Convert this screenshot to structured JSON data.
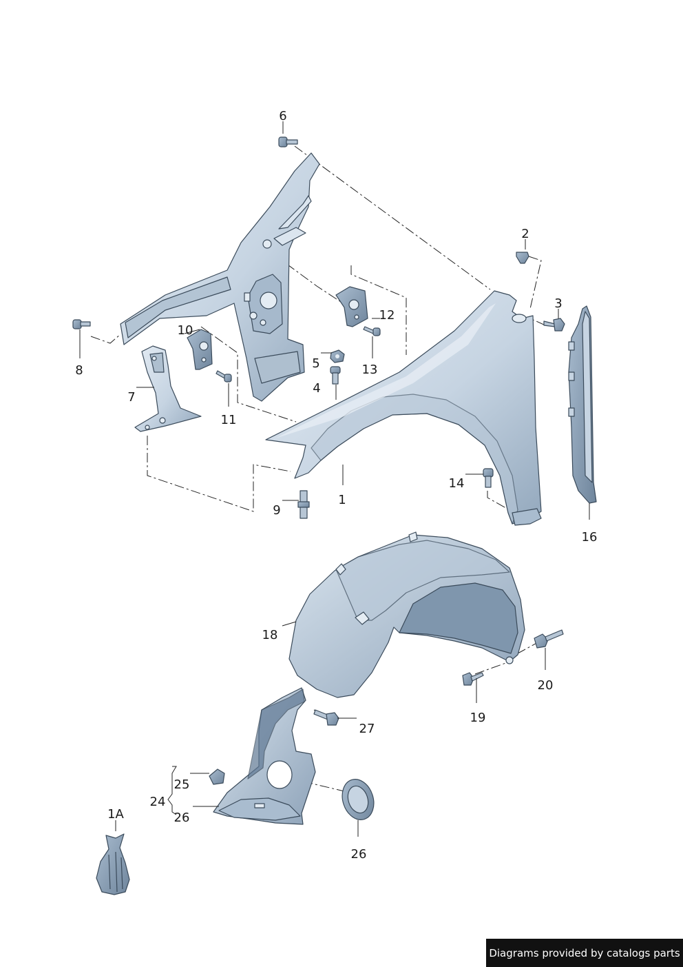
{
  "callouts": {
    "c1": "1",
    "c1a": "1A",
    "c2": "2",
    "c3": "3",
    "c4": "4",
    "c5": "5",
    "c6": "6",
    "c7": "7",
    "c8": "8",
    "c9": "9",
    "c10": "10",
    "c11": "11",
    "c12": "12",
    "c13": "13",
    "c14": "14",
    "c16": "16",
    "c18": "18",
    "c19": "19",
    "c20": "20",
    "c24": "24",
    "c25": "25",
    "c26a": "26",
    "c26b": "26",
    "c27": "27"
  },
  "footer": {
    "credit": "Diagrams provided by catalogs parts"
  },
  "colors": {
    "part_fill": "#c9d6e3",
    "part_dark": "#8fa3b8",
    "part_edge": "#3a4a5a",
    "badge_bg": "#111111"
  }
}
